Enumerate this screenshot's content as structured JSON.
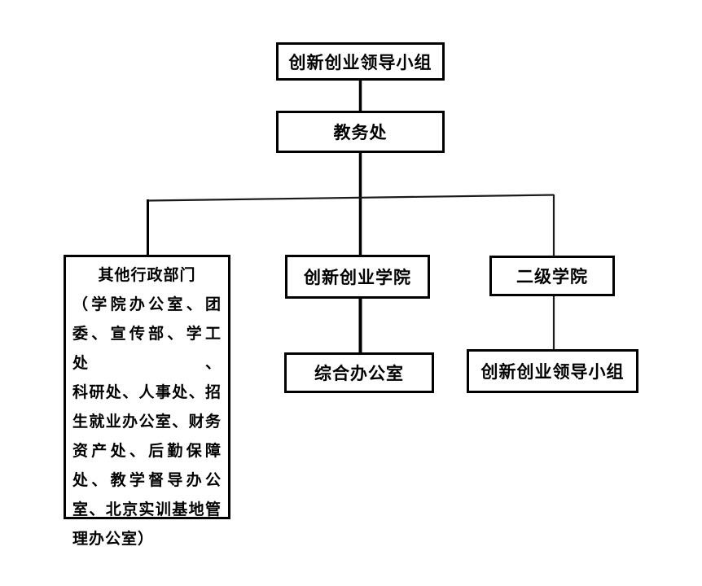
{
  "diagram": {
    "background_color": "#ffffff",
    "line_color": "#000000",
    "nodes": {
      "leading_group": {
        "label": "创新创业领导小组"
      },
      "academic_affairs": {
        "label": "教务处"
      },
      "other_departments": {
        "title": "其他行政部门",
        "lines": [
          "（学院办公室、团",
          "委、宣传部、学工处、",
          "科研处、人事处、招",
          "生就业办公室、财务",
          "资产处、后勤保障",
          "处、教学督导办公",
          "室、北京实训基地管",
          "理办公室）"
        ]
      },
      "innovation_college": {
        "label": "创新创业学院"
      },
      "general_office": {
        "label": "综合办公室"
      },
      "secondary_colleges": {
        "label": "二级学院"
      },
      "secondary_leading_group": {
        "label": "创新创业领导小组"
      }
    }
  }
}
